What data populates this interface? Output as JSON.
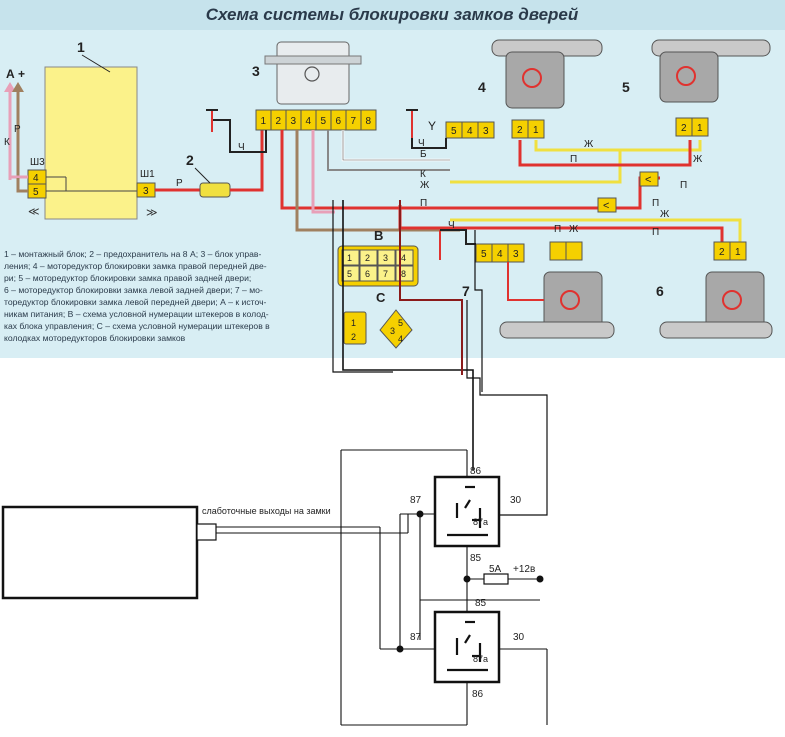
{
  "title": "Схема системы блокировки замков дверей",
  "colors": {
    "panel_bg": "#d8eef4",
    "wire_red": "#e0322f",
    "wire_yellow": "#f0e040",
    "wire_pink": "#e8a0b8",
    "wire_brown": "#a08060",
    "wire_black": "#222222",
    "wire_gray": "#888888",
    "wire_white": "#ffffff",
    "connector": "#f5d000",
    "mount_block": "#fbf28a",
    "motor": "#a8a8a8"
  },
  "components": {
    "c1": "1",
    "c2": "2",
    "c3": "3",
    "c4": "4",
    "c5": "5",
    "c6": "6",
    "c7": "7"
  },
  "labels": {
    "a_plus": "А +",
    "k": "К",
    "r": "Р",
    "sh3": "Ш3",
    "sh1": "Ш1",
    "pin4": "4",
    "pin5": "5",
    "pin3": "3",
    "p": "П",
    "b": "Б",
    "ch": "Ч",
    "zh": "Ж",
    "section_b": "В",
    "section_c": "С"
  },
  "control_block_pins": [
    "1",
    "2",
    "3",
    "4",
    "5",
    "6",
    "7",
    "8"
  ],
  "connector_543": [
    "5",
    "4",
    "3"
  ],
  "connector_21": [
    "2",
    "1"
  ],
  "connector_b_top": [
    "1",
    "2",
    "3",
    "4"
  ],
  "connector_b_bottom": [
    "5",
    "6",
    "7",
    "8"
  ],
  "legend_lines": [
    "1 – монтажный блок; 2 – предохранитель на 8 А; 3 – блок управ-",
    "ления; 4 – моторедуктор блокировки замка правой передней две-",
    "ри; 5 – моторедуктор блокировки замка правой задней двери;",
    "6 – моторедуктор блокировки замка левой задней двери; 7 – мо-",
    "торедуктор блокировки замка левой передней двери; А – к источ-",
    "никам питания; В – схема условной нумерации штекеров в колод-",
    "ках блока управления; С – схема условной нумерации штекеров в",
    "колодках моторедукторов блокировки замков"
  ],
  "external_label": "слаботочные выходы на замки",
  "relay_top": {
    "p86": "86",
    "p87": "87",
    "p87a": "87a",
    "p30": "30",
    "p85": "85"
  },
  "relay_bottom": {
    "p85": "85",
    "p87": "87",
    "p87a": "87a",
    "p30": "30",
    "p86": "86"
  },
  "fuse": "5А",
  "supply": "+12в"
}
